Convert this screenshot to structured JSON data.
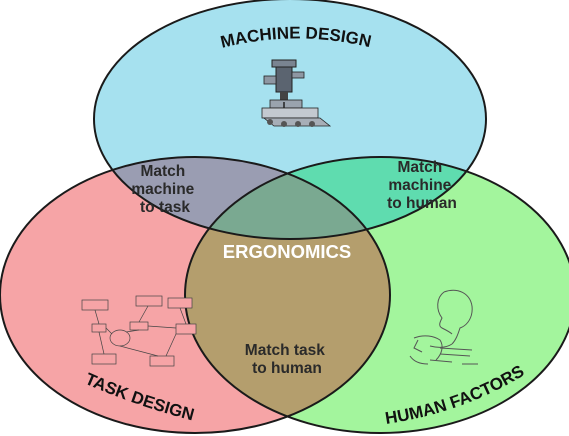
{
  "diagram": {
    "titles": {
      "machine_design": "MACHINE DESIGN",
      "task_design": "TASK DESIGN",
      "human_factors": "HUMAN FACTORS"
    },
    "intersections": {
      "machine_task": [
        "Match",
        "machine",
        "to task"
      ],
      "machine_human": [
        "Match",
        "machine",
        "to human"
      ],
      "task_human": [
        "Match task",
        "to human"
      ],
      "center": "ERGONOMICS"
    },
    "colors": {
      "machine_design": "#a6e1ef",
      "task_design": "#f6a4a6",
      "human_factors": "#a3f59d",
      "machine_task": "#9a9db2",
      "machine_human": "#5fdcaf",
      "task_human": "#b49e6d",
      "center": "#7aa991"
    },
    "icons": {
      "machine_design": "drill-press-machine-icon",
      "task_design": "flowchart-icon",
      "human_factors": "human-head-posture-icon"
    }
  }
}
